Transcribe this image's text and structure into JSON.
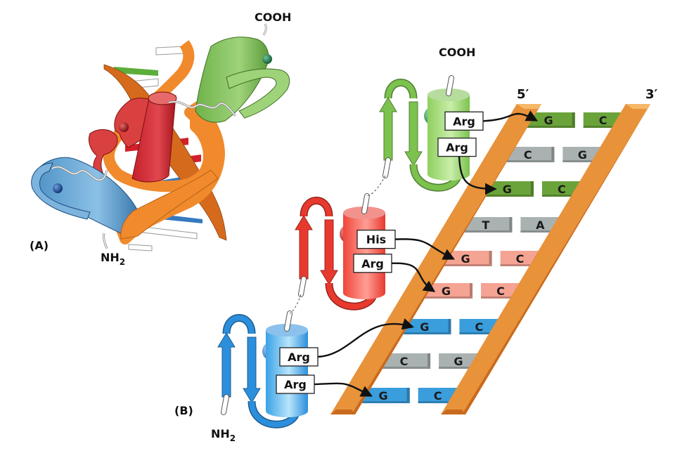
{
  "panel_a": {
    "label": "(A)",
    "c_terminus": "COOH",
    "n_terminus": "NH",
    "n_terminus_sub": "2",
    "domains": [
      {
        "name": "green-finger",
        "color": "#7bbf4a"
      },
      {
        "name": "red-finger",
        "color": "#d42e2e"
      },
      {
        "name": "blue-finger",
        "color": "#4a93c9"
      }
    ],
    "dna_color": "#f08a2c"
  },
  "panel_b": {
    "label": "(B)",
    "c_terminus": "COOH",
    "n_terminus": "NH",
    "n_terminus_sub": "2",
    "strand_5_label": "5′",
    "strand_3_label": "3′",
    "rail_color": "#e8923a",
    "fingers": [
      {
        "name": "green",
        "color": "#7cc24e",
        "helix_light": "#d4f0b8",
        "contacts": [
          {
            "residue": "Arg",
            "target_row": 0
          },
          {
            "residue": "Arg",
            "target_row": 2
          }
        ]
      },
      {
        "name": "red",
        "color": "#e8392f",
        "helix_light": "#ffb0a8",
        "contacts": [
          {
            "residue": "His",
            "target_row": 4
          },
          {
            "residue": "Arg",
            "target_row": 5
          }
        ]
      },
      {
        "name": "blue",
        "color": "#2c8fdc",
        "helix_light": "#b8e4fb",
        "contacts": [
          {
            "residue": "Arg",
            "target_row": 6
          },
          {
            "residue": "Arg",
            "target_row": 8
          }
        ]
      }
    ],
    "base_pairs": [
      {
        "left": "G",
        "right": "C",
        "color": "#6aa33a"
      },
      {
        "left": "C",
        "right": "G",
        "color": "#a9b2b1"
      },
      {
        "left": "G",
        "right": "C",
        "color": "#6aa33a"
      },
      {
        "left": "T",
        "right": "A",
        "color": "#a9b2b1"
      },
      {
        "left": "G",
        "right": "C",
        "color": "#f5a393"
      },
      {
        "left": "G",
        "right": "C",
        "color": "#f5a393"
      },
      {
        "left": "G",
        "right": "C",
        "color": "#3a9ddc"
      },
      {
        "left": "C",
        "right": "G",
        "color": "#a9b2b1"
      },
      {
        "left": "G",
        "right": "C",
        "color": "#3a9ddc"
      }
    ]
  }
}
